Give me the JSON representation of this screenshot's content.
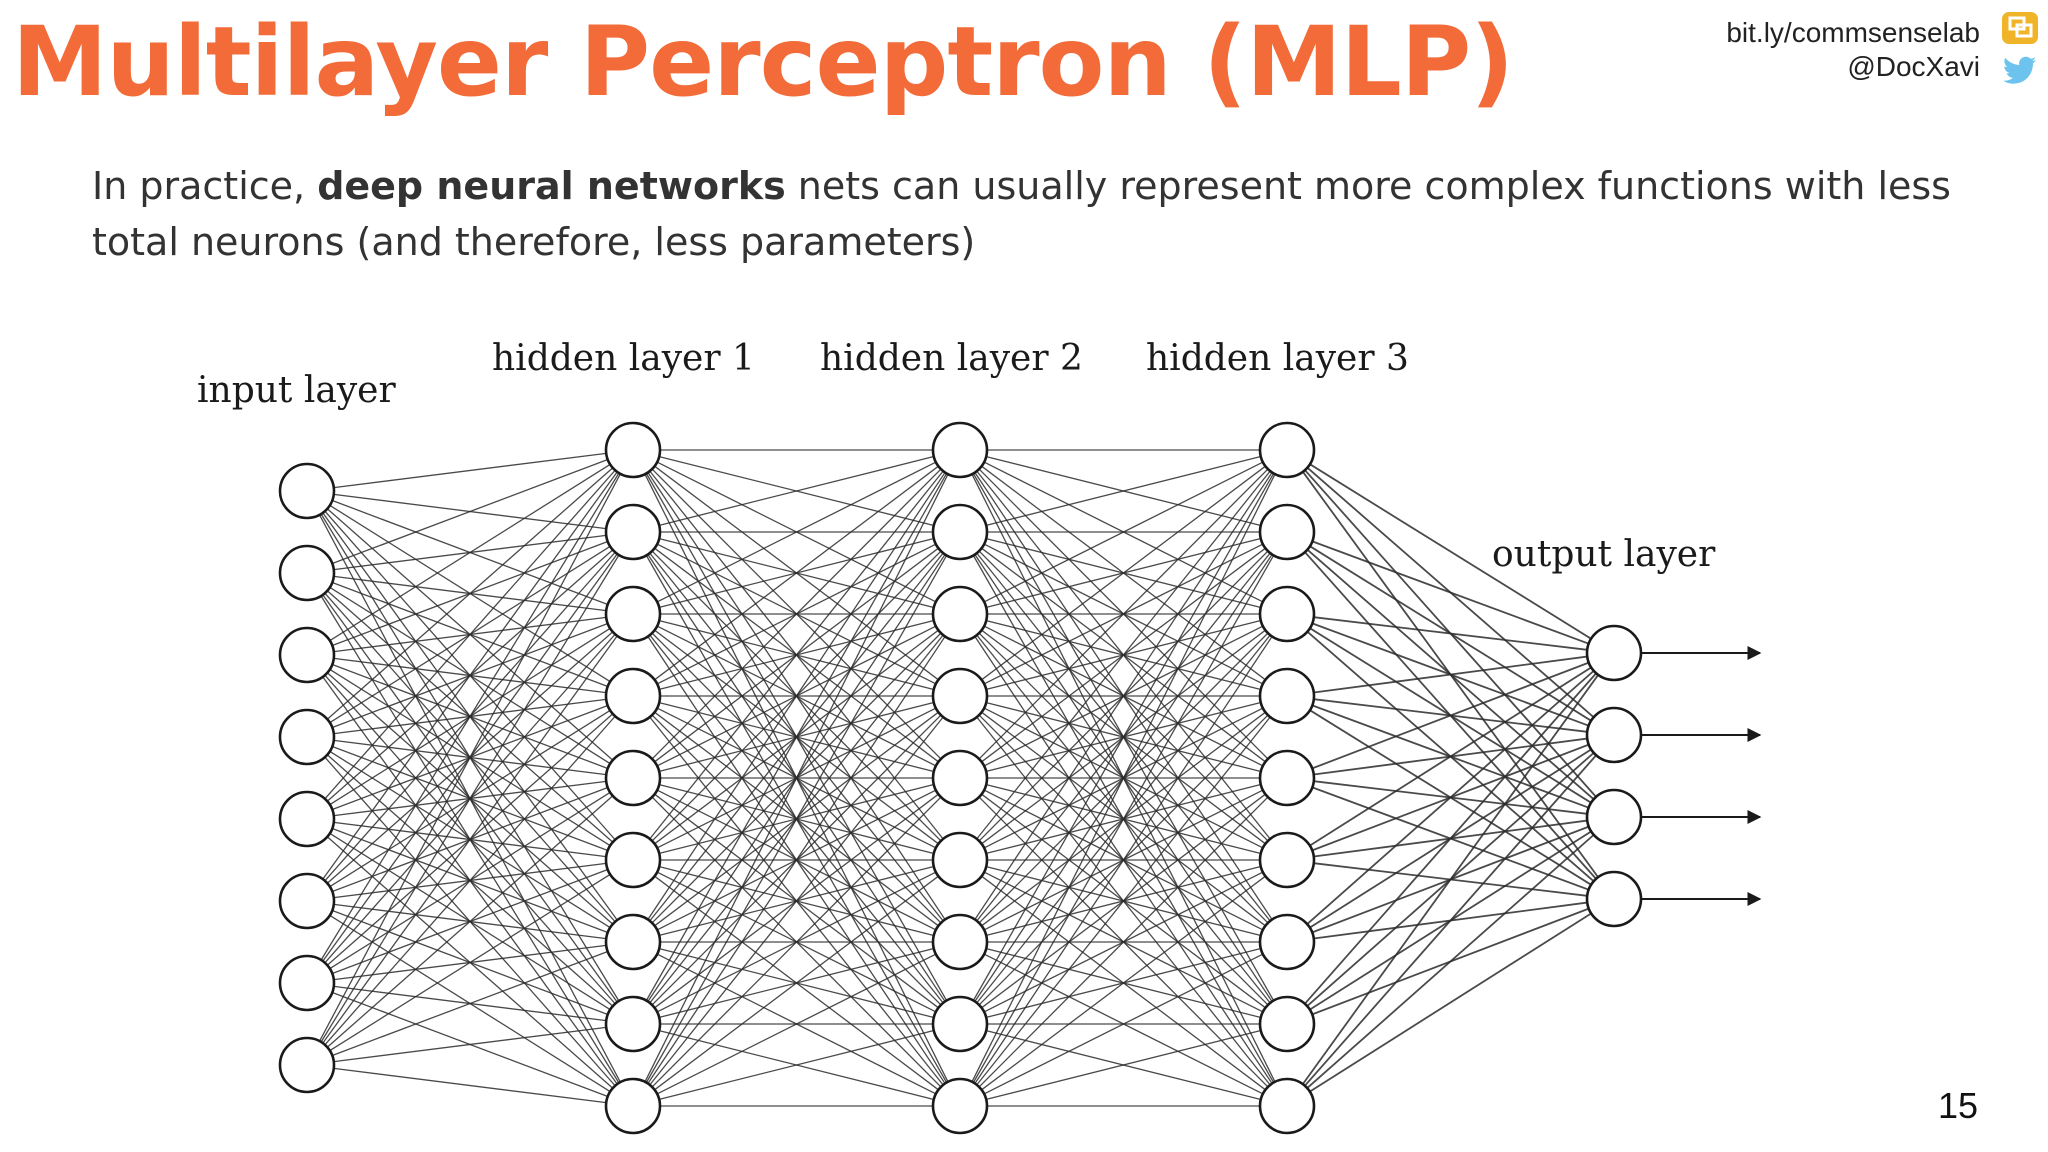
{
  "slide": {
    "title": "Multilayer Perceptron (MLP)",
    "credit_link": "bit.ly/commsenselab",
    "credit_handle": "@DocXavi",
    "body_prefix": "In practice, ",
    "body_bold": "deep neural networks",
    "body_suffix": " nets can usually represent more complex functions with less total neurons (and therefore, less parameters)",
    "page_number": "15",
    "accent_color": "#f26b38",
    "icons": [
      "presentation-icon",
      "twitter-bird-icon"
    ]
  },
  "diagram": {
    "layers": [
      {
        "label": "input layer",
        "neurons": 8
      },
      {
        "label": "hidden layer 1",
        "neurons": 9
      },
      {
        "label": "hidden layer 2",
        "neurons": 9
      },
      {
        "label": "hidden layer 3",
        "neurons": 9
      },
      {
        "label": "output layer",
        "neurons": 4
      }
    ],
    "connections": "fully-connected",
    "output_arrows": 4
  }
}
